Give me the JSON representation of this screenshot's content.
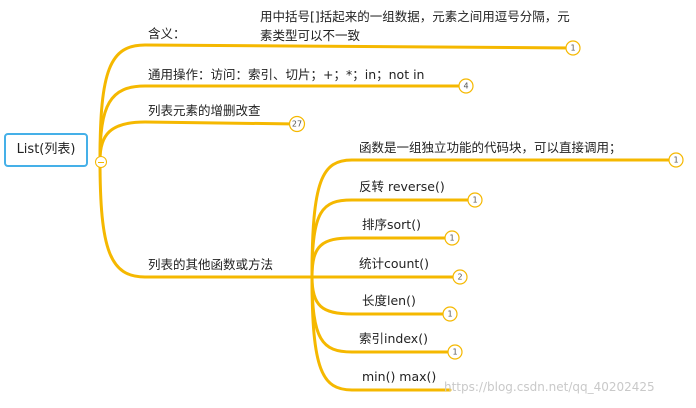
{
  "root": {
    "label": "List(列表)"
  },
  "branches": [
    {
      "label": "含义：",
      "count": "1",
      "note": "用中括号[]括起来的一组数据，元素之间用逗号分隔，元素类型可以不一致"
    },
    {
      "label": "通用操作：访问：索引、切片；+；*；in；not in",
      "count": "4"
    },
    {
      "label": "列表元素的增删改查",
      "count": "27"
    },
    {
      "label": "列表的其他函数或方法"
    }
  ],
  "sub_branches": [
    {
      "label": "函数是一组独立功能的代码块，可以直接调用；",
      "count": "1"
    },
    {
      "label": "反转 reverse()",
      "count": "1"
    },
    {
      "label": "排序sort()",
      "count": "1"
    },
    {
      "label": "统计count()",
      "count": "2"
    },
    {
      "label": "长度len()",
      "count": "1"
    },
    {
      "label": "索引index()",
      "count": "1"
    },
    {
      "label": "min()  max()"
    }
  ],
  "watermark": "https://blog.csdn.net/qq_40202425",
  "colors": {
    "branch": "#f5b800",
    "root_border": "#45b0e8"
  }
}
